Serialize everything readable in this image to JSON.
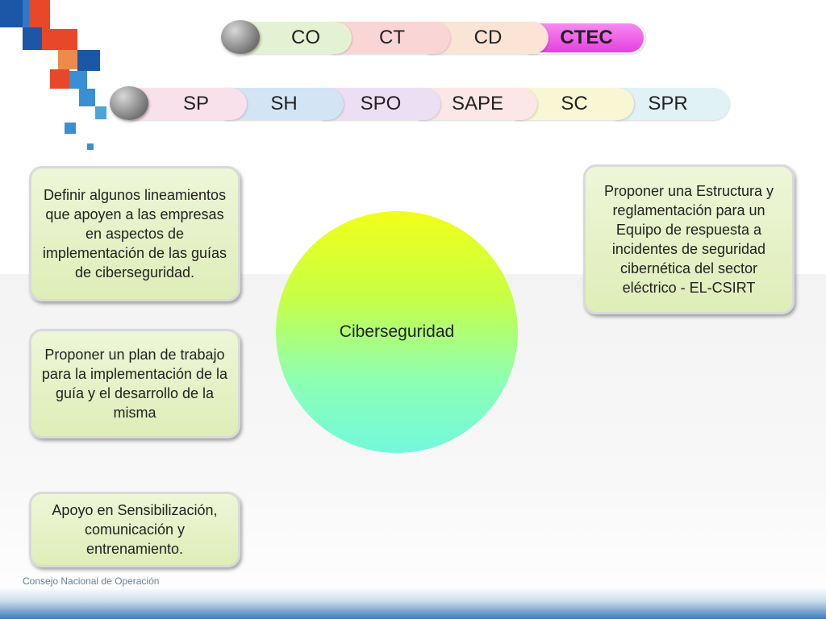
{
  "top_row_tabs": [
    {
      "label": "CO",
      "color": "#e4f1d2"
    },
    {
      "label": "CT",
      "color": "#fad5d5"
    },
    {
      "label": "CD",
      "color": "#fbe3d5"
    },
    {
      "label": "CTEC",
      "color": "#ee4de6"
    }
  ],
  "second_row_tabs": [
    {
      "label": "SP",
      "color": "#f9e1eb"
    },
    {
      "label": "SH",
      "color": "#d3e4f5"
    },
    {
      "label": "SPO",
      "color": "#ecdff3"
    },
    {
      "label": "SAPE",
      "color": "#fbe7e7"
    },
    {
      "label": "SC",
      "color": "#f9f6d3"
    },
    {
      "label": "SPR",
      "color": "#e1f2f6"
    }
  ],
  "center": {
    "label": "Ciberseguridad"
  },
  "boxes": {
    "left1": "Definir algunos lineamientos que apoyen a las empresas en aspectos de implementación de las guías de ciberseguridad.",
    "left2": "Proponer un plan de trabajo para la implementación de la guía y el desarrollo de la misma",
    "left3": "Apoyo en Sensibilización, comunicación y entrenamiento.",
    "right1": "Proponer una Estructura y reglamentación para un Equipo de respuesta a incidentes de seguridad cibernética del sector eléctrico - EL-CSIRT"
  },
  "footer": {
    "org": "Consejo Nacional de Operación"
  }
}
